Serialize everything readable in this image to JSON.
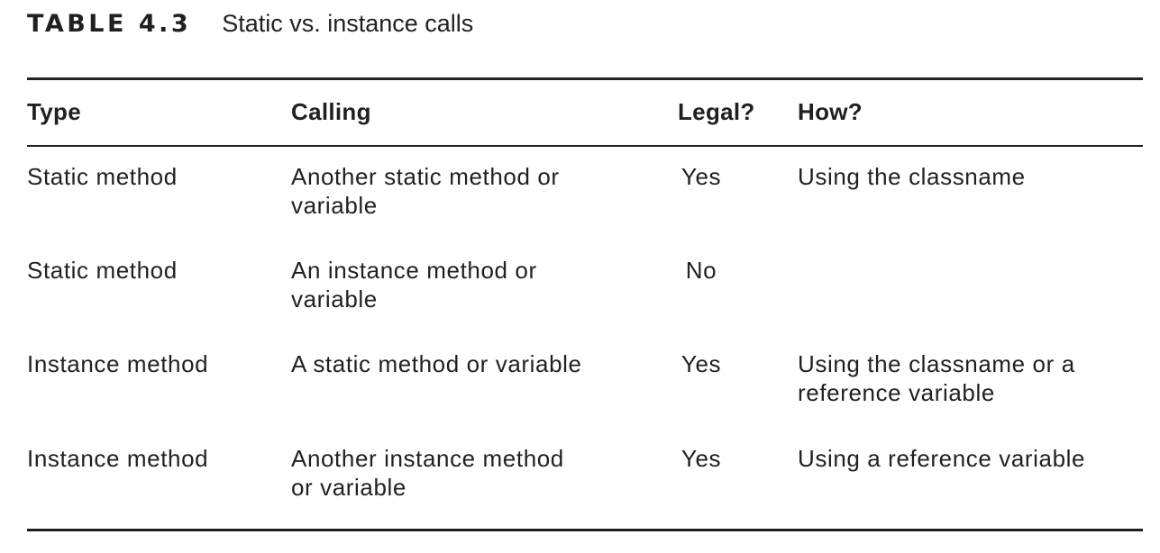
{
  "caption": {
    "label": "TABLE 4.3",
    "title": "Static vs. instance calls"
  },
  "table": {
    "headers": [
      "Type",
      "Calling",
      "Legal?",
      "How?"
    ],
    "rows": [
      {
        "type": "Static method",
        "calling": [
          "Another static method or",
          "variable"
        ],
        "legal": "Yes",
        "how": [
          "Using the classname"
        ]
      },
      {
        "type": "Static method",
        "calling": [
          "An instance method or",
          "variable"
        ],
        "legal": "No",
        "how": []
      },
      {
        "type": "Instance method",
        "calling": [
          "A static method or variable"
        ],
        "legal": "Yes",
        "how": [
          "Using the classname or a",
          "reference variable"
        ]
      },
      {
        "type": "Instance method",
        "calling": [
          "Another instance method",
          "or variable"
        ],
        "legal": "Yes",
        "how": [
          "Using a reference variable"
        ]
      }
    ]
  }
}
